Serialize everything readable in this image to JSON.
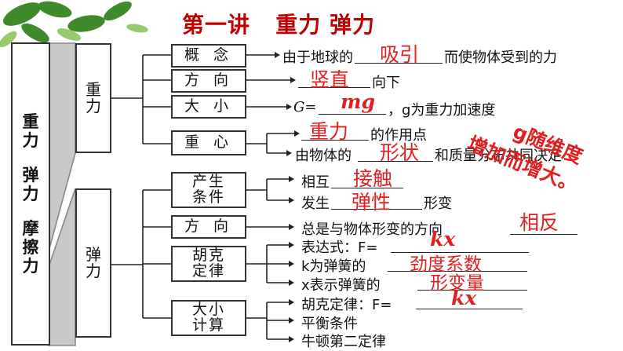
{
  "title": "第一讲   重力 弹力",
  "left_panel": [
    "重",
    "力",
    "弹",
    "力",
    "摩",
    "擦",
    "力"
  ],
  "gravity": {
    "label": "重\n力",
    "rows": {
      "concept": {
        "box": "概 念",
        "pre": "由于地球的",
        "answer": "吸引",
        "post": "而使物体受到的力"
      },
      "direction": {
        "box": "方 向",
        "answer": "竖直",
        "post": "向下"
      },
      "magnitude": {
        "box": "大 小",
        "pre": "G=",
        "answer": "mg",
        "post": "，g为重力加速度"
      },
      "center": {
        "box": "重 心",
        "answer": "重力",
        "post": "的作用点",
        "line2_pre": "由物体的",
        "line2_answer": "形状",
        "line2_post": "和质量分布共同决定"
      }
    },
    "note_line1": "g随维度",
    "note_line2": "增加而增大。"
  },
  "elastic": {
    "label": "弹\n力",
    "rows": {
      "condition": {
        "box": "产生\n条件",
        "l1_pre": "相互",
        "l1_answer": "接触",
        "l2_pre": "发生",
        "l2_answer": "弹性",
        "l2_post": "形变"
      },
      "direction": {
        "box": "方 向",
        "pre": "总是与物体形变的方向",
        "answer": "相反"
      },
      "hooke": {
        "box": "胡克\n定律",
        "l1_pre": "表达式：F=",
        "l1_answer": "kx",
        "l2_pre": "k为弹簧的",
        "l2_answer": "劲度系数",
        "l3_pre": "x表示弹簧的",
        "l3_answer": "形变量"
      },
      "calc": {
        "box": "大小\n计算",
        "l1_pre": "胡克定律：F=",
        "l1_answer": "kx",
        "l2": "平衡条件",
        "l3": "牛顿第二定律"
      }
    }
  }
}
